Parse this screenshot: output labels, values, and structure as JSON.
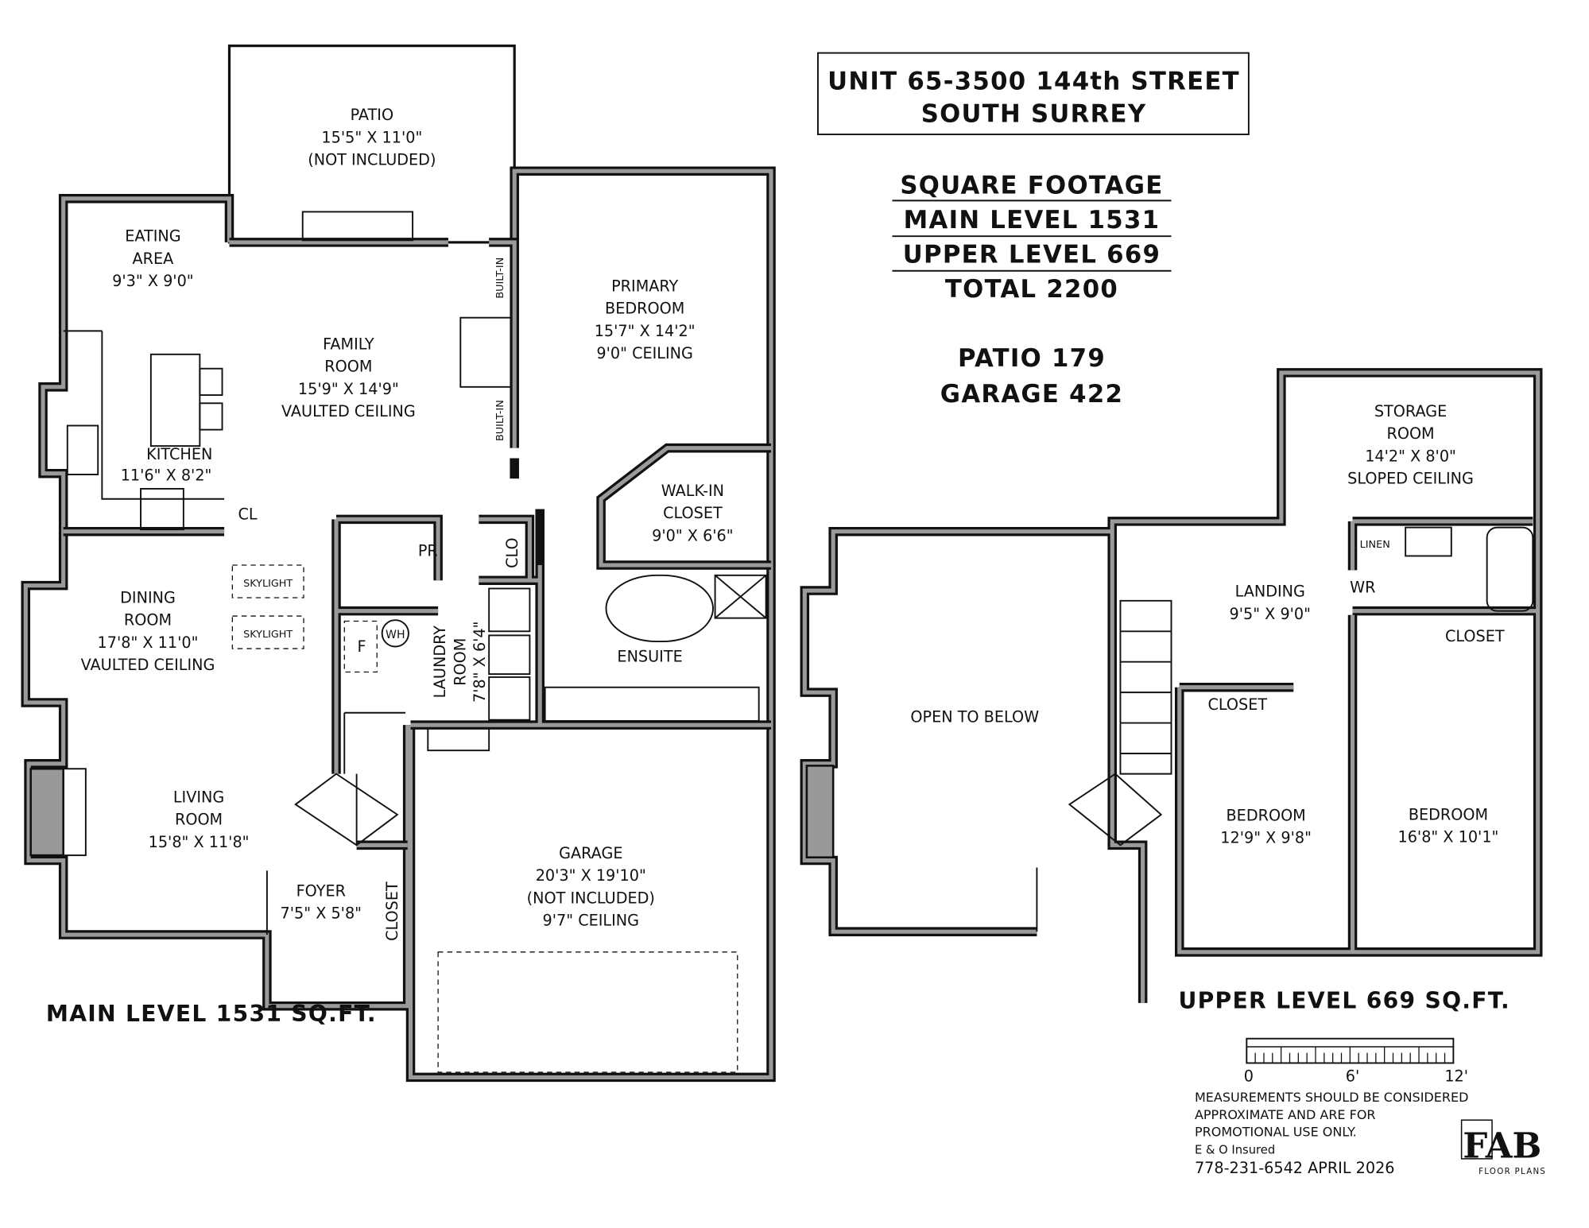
{
  "header": {
    "address_line1": "UNIT 65-3500 144th STREET",
    "address_line2": "SOUTH SURREY"
  },
  "square_footage": {
    "title": "SQUARE FOOTAGE",
    "main": "MAIN LEVEL 1531",
    "upper": "UPPER LEVEL 669",
    "total": "TOTAL 2200",
    "patio": "PATIO 179",
    "garage": "GARAGE 422"
  },
  "main_level": {
    "caption": "MAIN LEVEL 1531 SQ.FT.",
    "rooms": {
      "patio": [
        "PATIO",
        "15'5\" X 11'0\"",
        "(NOT INCLUDED)"
      ],
      "eating": [
        "EATING",
        "AREA",
        "9'3\" X 9'0\""
      ],
      "family": [
        "FAMILY",
        "ROOM",
        "15'9\" X 14'9\"",
        "VAULTED CEILING"
      ],
      "kitchen": [
        "KITCHEN",
        "11'6\" X 8'2\""
      ],
      "primary": [
        "PRIMARY",
        "BEDROOM",
        "15'7\" X 14'2\"",
        "9'0\" CEILING"
      ],
      "walkin": [
        "WALK-IN",
        "CLOSET",
        "9'0\" X 6'6\""
      ],
      "dining": [
        "DINING",
        "ROOM",
        "17'8\" X 11'0\"",
        "VAULTED CEILING"
      ],
      "living": [
        "LIVING",
        "ROOM",
        "15'8\" X 11'8\""
      ],
      "foyer": [
        "FOYER",
        "7'5\" X 5'8\""
      ],
      "garage": [
        "GARAGE",
        "20'3\" X 19'10\"",
        "(NOT INCLUDED)",
        "9'7\" CEILING"
      ],
      "laundry": [
        "LAUNDRY",
        "ROOM",
        "7'8\" X 6'4\""
      ],
      "ensuite": "ENSUITE",
      "pr": "PR",
      "clo": "CLO",
      "cl": "CL",
      "closet": "CLOSET",
      "builtin": "BUILT-IN",
      "skylight": "SKYLIGHT",
      "furnace": "F",
      "water_heater": "WH"
    }
  },
  "upper_level": {
    "caption": "UPPER LEVEL 669 SQ.FT.",
    "rooms": {
      "storage": [
        "STORAGE",
        "ROOM",
        "14'2\" X 8'0\"",
        "SLOPED CEILING"
      ],
      "landing": [
        "LANDING",
        "9'5\" X 9'0\""
      ],
      "open": "OPEN TO BELOW",
      "bedroom1": [
        "BEDROOM",
        "12'9\" X 9'8\""
      ],
      "bedroom2": [
        "BEDROOM",
        "16'8\" X 10'1\""
      ],
      "closet": "CLOSET",
      "linen": "LINEN",
      "wr": "WR"
    }
  },
  "scale": {
    "labels": [
      "0",
      "6'",
      "12'"
    ]
  },
  "notes": {
    "lines": [
      "MEASUREMENTS SHOULD BE CONSIDERED",
      "APPROXIMATE AND ARE FOR",
      "PROMOTIONAL USE ONLY."
    ],
    "insured": "E & O Insured",
    "contact": "778-231-6542  APRIL 2026"
  },
  "logo": {
    "mark": "FAB",
    "text": "FLOOR PLANS"
  }
}
